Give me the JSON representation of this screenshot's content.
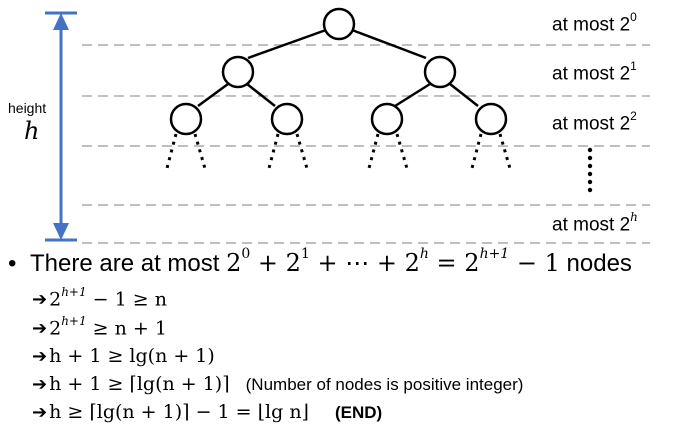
{
  "height_label": "height",
  "height_symbol": "h",
  "level_labels": [
    {
      "text": "at most 2",
      "exp": "0"
    },
    {
      "text": "at most 2",
      "exp": "1"
    },
    {
      "text": "at most 2",
      "exp": "2"
    },
    {
      "text": "at most 2",
      "exp": "h"
    }
  ],
  "bullet": {
    "lead": "There are at most ",
    "terms": [
      "2",
      "0",
      " + ",
      "2",
      "1",
      " + ⋯ + ",
      "2",
      "h",
      " = ",
      "2",
      "h+1",
      " − 1"
    ],
    "tail": " nodes"
  },
  "steps": [
    {
      "arrow": "➔",
      "base": "2",
      "exp": "h+1",
      "rest": " − 1 ≥ n"
    },
    {
      "arrow": "➔",
      "base": "2",
      "exp": "h+1",
      "rest": " ≥ n + 1"
    },
    {
      "arrow": "➔",
      "expr": "h + 1 ≥ lg(n + 1)"
    },
    {
      "arrow": "➔",
      "expr": "h + 1 ≥ ⌈lg(n + 1)⌉",
      "note": "(Number of nodes is positive integer)"
    },
    {
      "arrow": "➔",
      "expr": "h ≥ ⌈lg(n + 1)⌉ − 1 = ⌊lg n⌋",
      "end": "(END)"
    }
  ],
  "colors": {
    "arrow": "#4472c4",
    "dashed": "#bfbfbf",
    "node_stroke": "#000000"
  }
}
